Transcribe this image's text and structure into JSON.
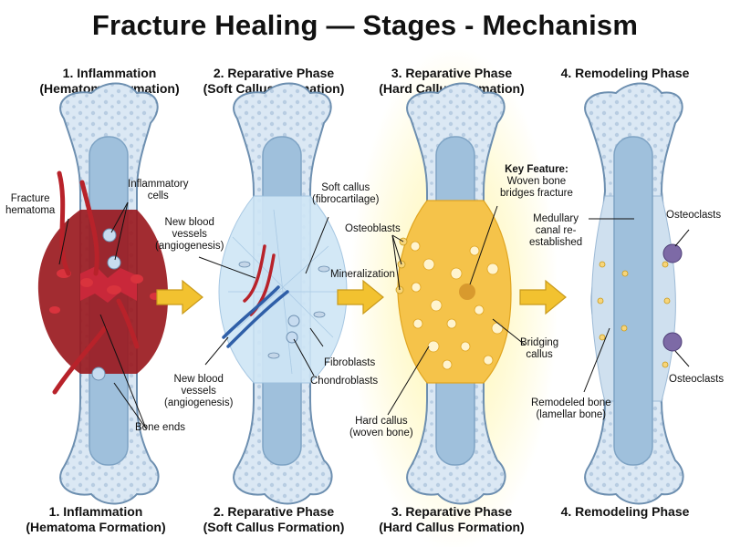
{
  "title": "Fracture Healing — Stages - Mechanism",
  "stages": [
    {
      "name": "1. Inflammation",
      "sub": "(Hematoma Formation)"
    },
    {
      "name": "2. Reparative Phase",
      "sub": "(Soft Callus Formation)"
    },
    {
      "name": "3. Reparative Phase",
      "sub": "(Hard Callus Formation)"
    },
    {
      "name": "4. Remodeling Phase",
      "sub": ""
    }
  ],
  "labels": {
    "s1": {
      "hematoma": [
        "Fracture",
        "hematoma"
      ],
      "inflammatory": [
        "Inflammatory",
        "cells"
      ],
      "bone_ends": "Bone ends"
    },
    "s2": {
      "vessels_top": [
        "New blood",
        "vessels",
        "(angiogenesis)"
      ],
      "soft_callus": [
        "Soft callus",
        "(fibrocartilage)"
      ],
      "fibroblasts": "Fibroblasts",
      "chondroblasts": "Chondroblasts",
      "vessels_bottom": [
        "New blood",
        "vessels",
        "(angiogenesis)"
      ]
    },
    "s3": {
      "key_feature_title": "Key Feature:",
      "key_feature": [
        "Woven bone",
        "bridges fracture"
      ],
      "osteoblasts": "Osteoblasts",
      "mineralization": "Mineralization",
      "bridging": [
        "Bridging",
        "callus"
      ],
      "hard_callus": [
        "Hard callus",
        "(woven bone)"
      ]
    },
    "s4": {
      "medullary": [
        "Medullary",
        "canal re-",
        "established"
      ],
      "osteoclasts_top": "Osteoclasts",
      "osteoclasts_bottom": "Osteoclasts",
      "remodeled": [
        "Remodeled bone",
        "(lamellar bone)"
      ]
    }
  },
  "colors": {
    "bone": "#d6e6f3",
    "bone_outline": "#6d8fb0",
    "canal": "#9fc0dc",
    "hematoma": "#9a1a1f",
    "vessel": "#b8222a",
    "soft_callus": "#cfe6f6",
    "hard_callus": "#f5c34a",
    "arrow": "#f2c230",
    "osteoclast": "#7d6aa6"
  }
}
